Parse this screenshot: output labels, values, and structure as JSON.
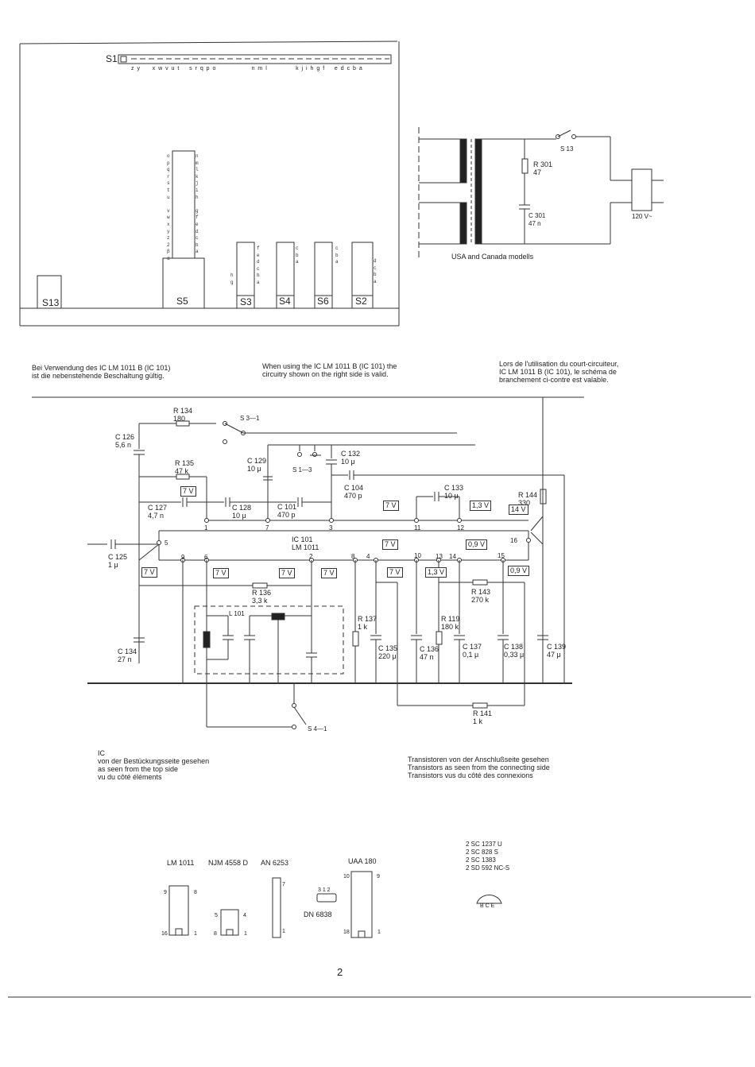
{
  "switch_panel": {
    "s1_label": "S1",
    "s1_contacts": "z y     x w v u t    s r q p o               n m l            k j i h g f    e d c b a",
    "switches": [
      {
        "id": "s13",
        "label": "S13"
      },
      {
        "id": "s5",
        "label": "S5"
      },
      {
        "id": "s3",
        "label": "S3"
      },
      {
        "id": "s4",
        "label": "S4"
      },
      {
        "id": "s6",
        "label": "S6"
      },
      {
        "id": "s2",
        "label": "S2"
      }
    ],
    "s5_left_letters": "o\np\nq\nr\ns\nt\nu\n\nv\nw\nx\ny\nz\n2\nβ\nα",
    "s5_right_letters": "n\nm\nl\nk\nj\ni\nh\n\ng\nf\ne\nd\nc\nb\na",
    "s3_letters": "f\ne\nd\nc\nb\na",
    "s3_left_letters": "\n\n\n\nh\ng",
    "s4_letters": "c\nb\na",
    "s6_letters": "c\nb\na",
    "s2_letters": "d\nc\nb\na"
  },
  "power_supply": {
    "s13": "S 13",
    "r301": "R 301\n47",
    "c301": "C 301\n47 n",
    "plug_label": "120 V~",
    "caption": "USA and Canada modells"
  },
  "notes": {
    "german": "Bei Verwendung des IC LM 1011 B (IC 101)\nist die nebenstehende Beschaltung gültig.",
    "english": "When using the IC LM 1011 B (IC 101) the\ncircuitry shown on the right side is valid.",
    "french": "Lors de l'utilisation du court-circuiteur,\nIC LM 1011 B (IC 101), le schéma de\nbranchement ci-contre est valable."
  },
  "schematic": {
    "labels": [
      {
        "id": "r134",
        "text": "R 134\n180"
      },
      {
        "id": "s3-1",
        "text": "S 3—1"
      },
      {
        "id": "c126",
        "text": "C 126\n5,6 n"
      },
      {
        "id": "r135",
        "text": "R 135\n47 k"
      },
      {
        "id": "c129",
        "text": "C 129\n10 μ"
      },
      {
        "id": "c132",
        "text": "C 132\n10 μ"
      },
      {
        "id": "s1-3",
        "text": "S 1—3"
      },
      {
        "id": "c104",
        "text": "C 104\n470 p"
      },
      {
        "id": "c133",
        "text": "C 133\n10 μ"
      },
      {
        "id": "r144",
        "text": "R 144\n330"
      },
      {
        "id": "c127",
        "text": "C 127\n4,7 n"
      },
      {
        "id": "c128",
        "text": "C 128\n10 μ"
      },
      {
        "id": "c101",
        "text": "C 101\n470 p"
      },
      {
        "id": "ic101",
        "text": "IC 101\nLM 1011"
      },
      {
        "id": "c125",
        "text": "C 125\n1 μ"
      },
      {
        "id": "r136",
        "text": "R 136\n3,3 k"
      },
      {
        "id": "r143",
        "text": "R 143\n270 k"
      },
      {
        "id": "l101",
        "text": "L 101"
      },
      {
        "id": "r137",
        "text": "R 137\n1 k"
      },
      {
        "id": "r119",
        "text": "R 119\n180 k"
      },
      {
        "id": "c135",
        "text": "C 135\n220 μ"
      },
      {
        "id": "c136",
        "text": "C 136\n47 n"
      },
      {
        "id": "c137",
        "text": "C 137\n0,1 μ"
      },
      {
        "id": "c138",
        "text": "C 138\n0,33 μ"
      },
      {
        "id": "c139",
        "text": "C 139\n47 μ"
      },
      {
        "id": "c134",
        "text": "C 134\n27 n"
      },
      {
        "id": "r141",
        "text": "R 141\n1 k"
      },
      {
        "id": "s4-1",
        "text": "S 4—1"
      }
    ],
    "pins": [
      "5",
      "9",
      "6",
      "2",
      "8",
      "4",
      "10",
      "13",
      "14",
      "15",
      "16",
      "1",
      "7",
      "3",
      "11",
      "12"
    ],
    "voltages": [
      "7 V",
      "7 V",
      "1,3 V",
      "14 V",
      "7 V",
      "0,9 V",
      "7 V",
      "7 V",
      "7 V",
      "7 V",
      "7 V",
      "1,3 V",
      "0,9 V"
    ]
  },
  "ic_notes": {
    "left": "IC\nvon der Bestückungsseite gesehen\nas seen from the top side\nvu du côté éléments",
    "right": "Transistoren von der Anschlußseite gesehen\nTransistors as seen from the connecting side\nTransistors vus du côté des connexions"
  },
  "ic_names": [
    "LM 1011",
    "NJM 4558 D",
    "AN 6253",
    "UAA 180",
    "DN 6838"
  ],
  "ic_pin_labels": {
    "lm1011_top": [
      "9",
      "8"
    ],
    "lm1011_bottom": [
      "16",
      "1"
    ],
    "njm_top": [
      "5",
      "4"
    ],
    "njm_bottom": [
      "8",
      "1"
    ],
    "an6253": [
      "7",
      "1"
    ],
    "dn6838": "3 1 2",
    "uaa_top": [
      "10",
      "9"
    ],
    "uaa_bottom": [
      "18",
      "1"
    ]
  },
  "transistors": [
    "2 SC 1237 U",
    "2 SC 828 S",
    "2 SC 1383",
    "2 SD 592 NC-S"
  ],
  "transistor_pins": "B C E",
  "page_number": "2"
}
